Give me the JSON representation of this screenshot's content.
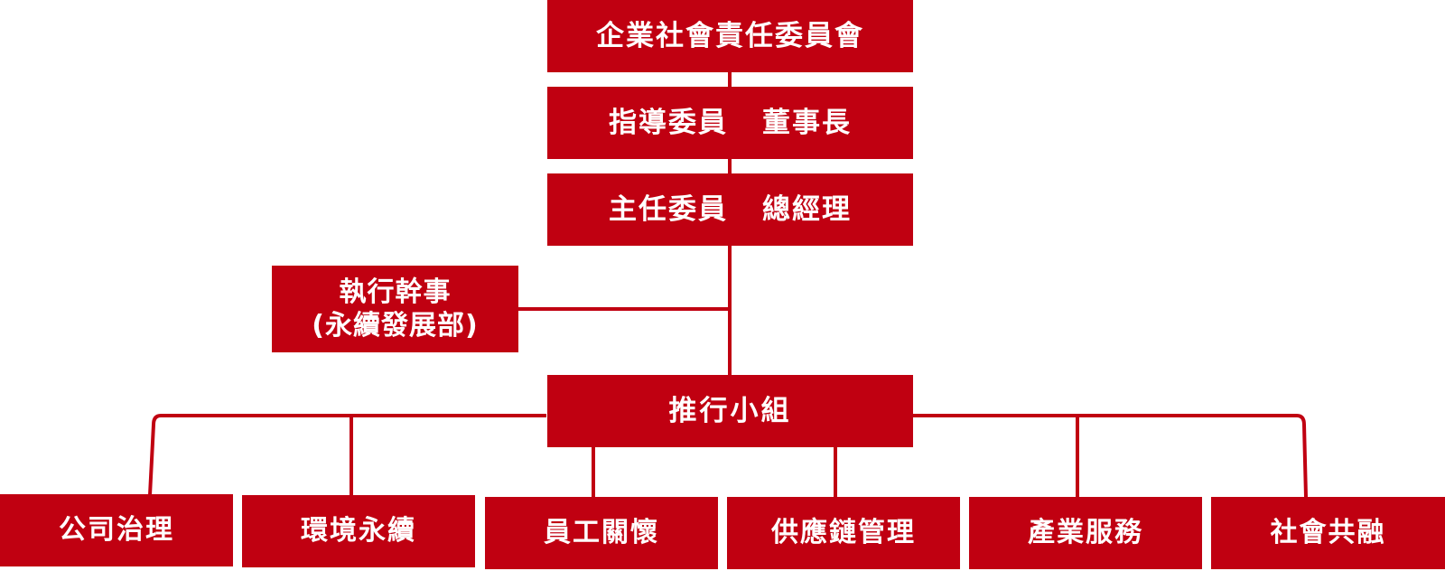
{
  "colors": {
    "box": "#c00011",
    "line": "#c00011",
    "text": "#ffffff"
  },
  "committee": {
    "title": "企業社會責任委員會"
  },
  "advisor": {
    "role": "指導委員",
    "person": "董事長"
  },
  "chair": {
    "role": "主任委員",
    "person": "總經理"
  },
  "executive": {
    "line1": "執行幹事",
    "line2": "(永續發展部)"
  },
  "team": {
    "title": "推行小組"
  },
  "groups": [
    {
      "label": "公司治理"
    },
    {
      "label": "環境永續"
    },
    {
      "label": "員工關懷"
    },
    {
      "label": "供應鏈管理"
    },
    {
      "label": "產業服務"
    },
    {
      "label": "社會共融"
    }
  ]
}
